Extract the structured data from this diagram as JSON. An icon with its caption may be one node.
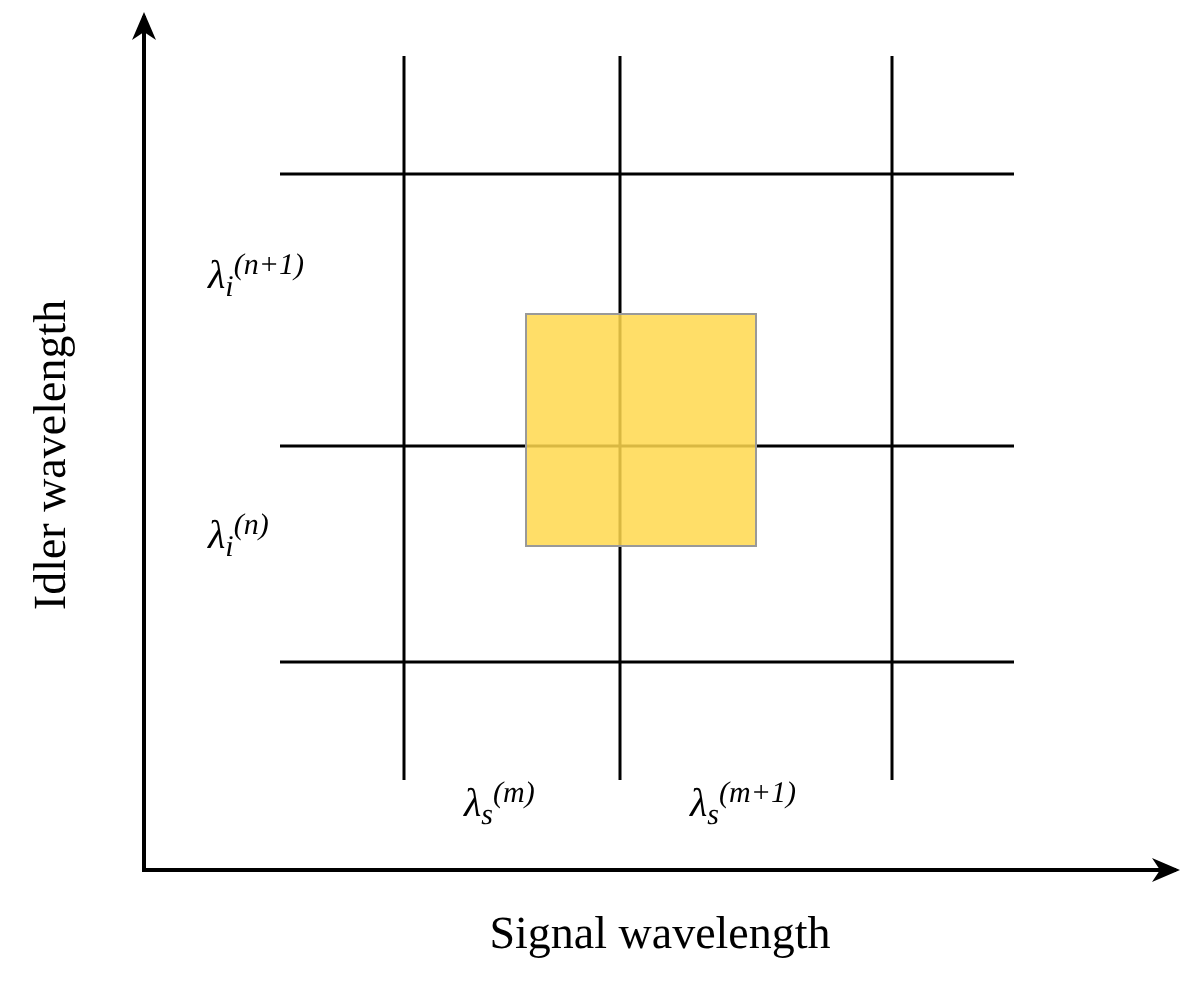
{
  "diagram": {
    "labels": [
      "λ$_{i}$$^{(n+1)}$",
      "Idler wavelength",
      "λ$_{i}$$^{(n)}$",
      "λ$_{s}$$^{(m)}$",
      "λ$_{s}$$^{(m+1)}$",
      "Signal wavelength"
    ]
  }
}
